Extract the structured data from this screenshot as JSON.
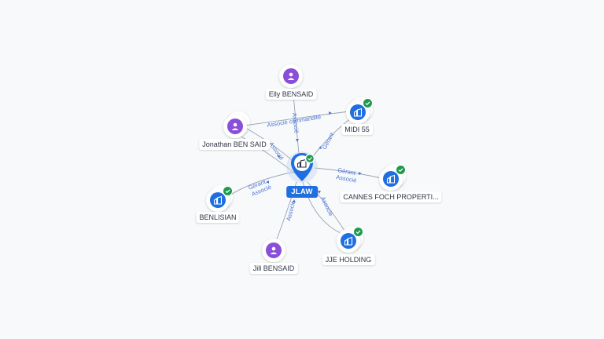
{
  "graph": {
    "center": {
      "label": "JLAW",
      "icon": "building-icon",
      "verified": true
    },
    "nodes": [
      {
        "id": "elly",
        "label": "Elly BENSAID",
        "type": "person",
        "icon": "person-icon"
      },
      {
        "id": "jonathan",
        "label": "Jonathan BEN SAID",
        "type": "person",
        "icon": "person-icon"
      },
      {
        "id": "midi55",
        "label": "MIDI 55",
        "type": "company",
        "icon": "building-icon",
        "verified": true
      },
      {
        "id": "cannes",
        "label": "CANNES FOCH PROPERTI...",
        "type": "company",
        "icon": "building-icon",
        "verified": true
      },
      {
        "id": "benlisian",
        "label": "BENLISIAN",
        "type": "company",
        "icon": "building-icon",
        "verified": true
      },
      {
        "id": "jje",
        "label": "JJE HOLDING",
        "type": "company",
        "icon": "building-icon",
        "verified": true
      },
      {
        "id": "jill",
        "label": "Jill BENSAID",
        "type": "person",
        "icon": "person-icon"
      }
    ],
    "edge_labels": {
      "jonathan_midi": "Associé commandité",
      "elly_center": "Associé",
      "jonathan_center": "Associé",
      "midi_center": "Gérant",
      "center_cannes_1": "Gérant",
      "center_cannes_2": "Associé",
      "center_benlisian_1": "Gérant",
      "center_benlisian_2": "Associé",
      "jill_center": "Associé",
      "center_jje": "Associé"
    },
    "colors": {
      "person": "#8a4fd8",
      "company": "#1f6fe0",
      "verified": "#1e9a4e",
      "edge_label": "#4a78d6"
    }
  }
}
